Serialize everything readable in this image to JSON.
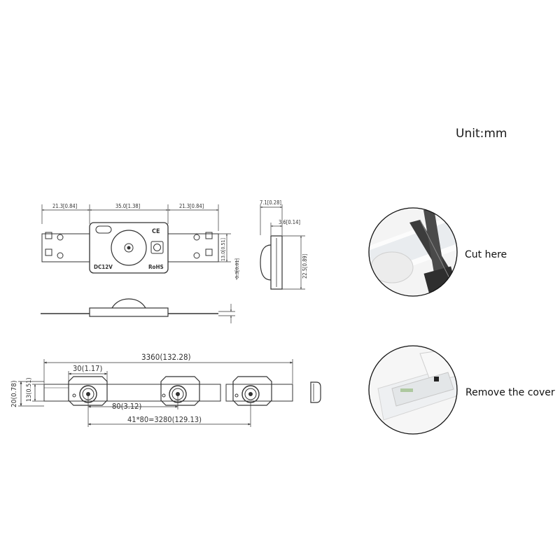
{
  "unit_label": "Unit:mm",
  "top_view": {
    "dim_left": "21.3[0.84]",
    "dim_center": "35.0[1.38]",
    "dim_right": "21.3[0.84]",
    "dim_height": "13.0[0.51]",
    "dim_thickness": "0.3[0.01]",
    "label_voltage": "DC12V",
    "label_rohs": "RoHS",
    "label_ce": "CE"
  },
  "side_view": {
    "dim_depth": "7.1[0.28]",
    "dim_base": "3.6[0.14]",
    "dim_height": "22.5[0.89]"
  },
  "strip_view": {
    "dim_total_length": "3360(132.28)",
    "dim_module_width": "30(1.17)",
    "dim_pitch": "80(3.12)",
    "dim_run": "41*80=3280(129.13)",
    "dim_outer_height": "20(0.78)",
    "dim_inner_height": "13(0.51)"
  },
  "photos": {
    "cut_caption": "Cut here",
    "remove_caption": "Remove the cover"
  }
}
